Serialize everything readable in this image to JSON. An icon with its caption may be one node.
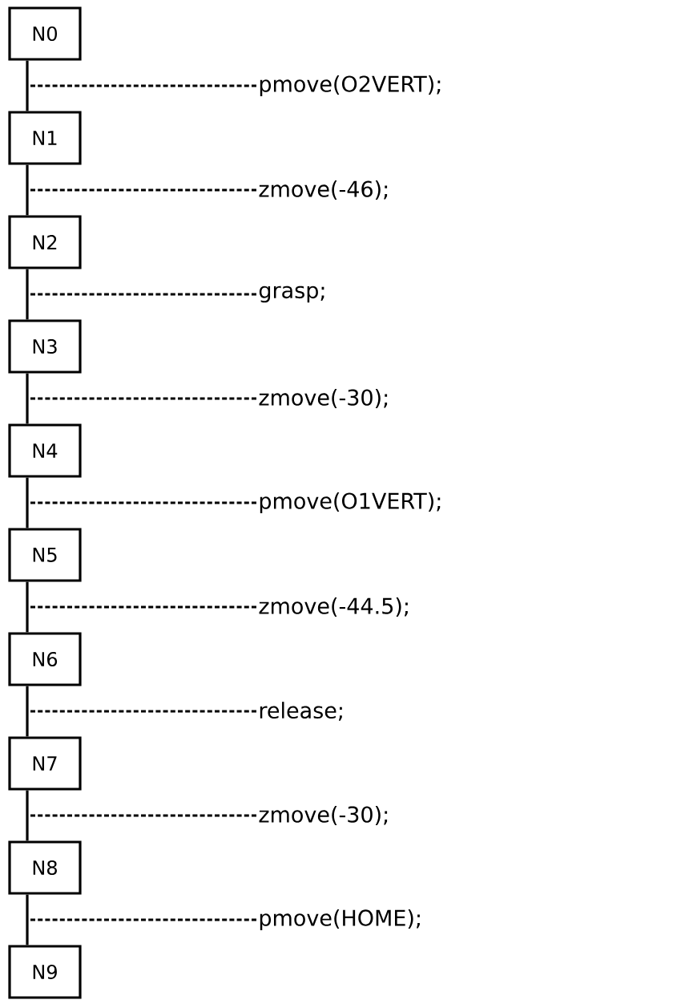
{
  "diagram": {
    "nodes": [
      {
        "text": [
          "N0"
        ]
      },
      {
        "text": [
          "N1"
        ]
      },
      {
        "text": [
          "N2"
        ]
      },
      {
        "text": [
          "N3"
        ]
      },
      {
        "text": [
          "N4"
        ]
      },
      {
        "text": [
          "N5"
        ]
      },
      {
        "text": [
          "N6"
        ]
      },
      {
        "text": [
          "N7"
        ]
      },
      {
        "text": [
          "N8"
        ]
      },
      {
        "text": [
          "N9"
        ]
      },
      {
        "text": [
          "pmove(O2VERT);"
        ]
      },
      {
        "text": [
          "zmove(-46);"
        ]
      },
      {
        "text": [
          "grasp;"
        ]
      },
      {
        "text": [
          "zmove(-30);"
        ]
      },
      {
        "text": [
          "pmove(O1VERT);"
        ]
      },
      {
        "text": [
          "zmove(-44.5);"
        ]
      },
      {
        "text": [
          "release;"
        ]
      },
      {
        "text": [
          "zmove(-30);"
        ]
      },
      {
        "text": [
          "pmove(HOME);"
        ]
      }
    ],
    "edges": [
      {
        "from": 0,
        "to": 1,
        "arrow": "none"
      },
      {
        "from": 1,
        "to": 2,
        "arrow": "none"
      },
      {
        "from": 2,
        "to": 3,
        "arrow": "none"
      },
      {
        "from": 3,
        "to": 4,
        "arrow": "none"
      },
      {
        "from": 4,
        "to": 5,
        "arrow": "none"
      },
      {
        "from": 5,
        "to": 6,
        "arrow": "none"
      },
      {
        "from": 6,
        "to": 7,
        "arrow": "none"
      },
      {
        "from": 7,
        "to": 8,
        "arrow": "none"
      },
      {
        "from": 8,
        "to": 9,
        "arrow": "none"
      },
      {
        "from": 10,
        "to": null,
        "arrow": "none",
        "style": "dashed"
      },
      {
        "from": 11,
        "to": null,
        "arrow": "none",
        "style": "dashed"
      },
      {
        "from": 12,
        "to": null,
        "arrow": "none",
        "style": "dashed"
      },
      {
        "from": 13,
        "to": null,
        "arrow": "none",
        "style": "dashed"
      },
      {
        "from": 14,
        "to": null,
        "arrow": "none",
        "style": "dashed"
      },
      {
        "from": 15,
        "to": null,
        "arrow": "none",
        "style": "dashed"
      },
      {
        "from": 16,
        "to": null,
        "arrow": "none",
        "style": "dashed"
      },
      {
        "from": 17,
        "to": null,
        "arrow": "none",
        "style": "dashed"
      },
      {
        "from": 18,
        "to": null,
        "arrow": "none",
        "style": "dashed"
      }
    ]
  }
}
